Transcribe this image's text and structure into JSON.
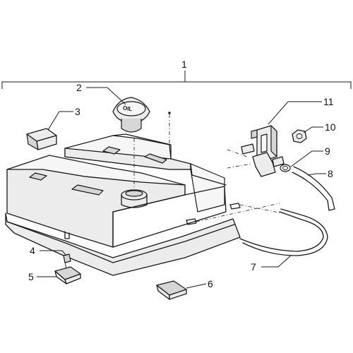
{
  "callouts": {
    "c1": "1",
    "c2": "2",
    "c3": "3",
    "c4": "4",
    "c5": "5",
    "c6": "6",
    "c7": "7",
    "c8": "8",
    "c9": "9",
    "c10": "10",
    "c11": "11"
  },
  "cap_label": "OIL"
}
